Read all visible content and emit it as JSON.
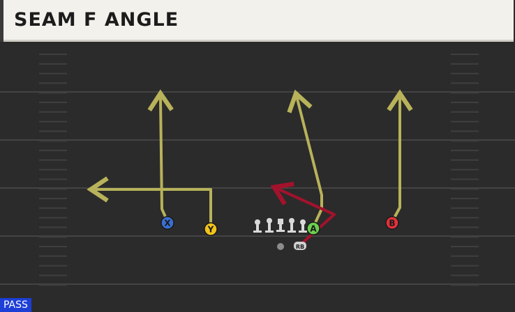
{
  "play": {
    "title": "SEAM F ANGLE",
    "type_label": "PASS"
  },
  "players": {
    "x": {
      "label": "X",
      "color": "#3a6fd1"
    },
    "y": {
      "label": "Y",
      "color": "#f2c41b"
    },
    "a": {
      "label": "A",
      "color": "#6ccf4f"
    },
    "b": {
      "label": "B",
      "color": "#e0323a"
    },
    "rb": {
      "label": "RB",
      "color": "#cfcfcf"
    }
  },
  "colors": {
    "route_primary": "#b8b25a",
    "route_hot": "#a3122c",
    "field": "#2b2b2b",
    "lines": "#444444",
    "title_bg": "#f2f1ec",
    "play_type_bg": "#1d3fd6"
  }
}
